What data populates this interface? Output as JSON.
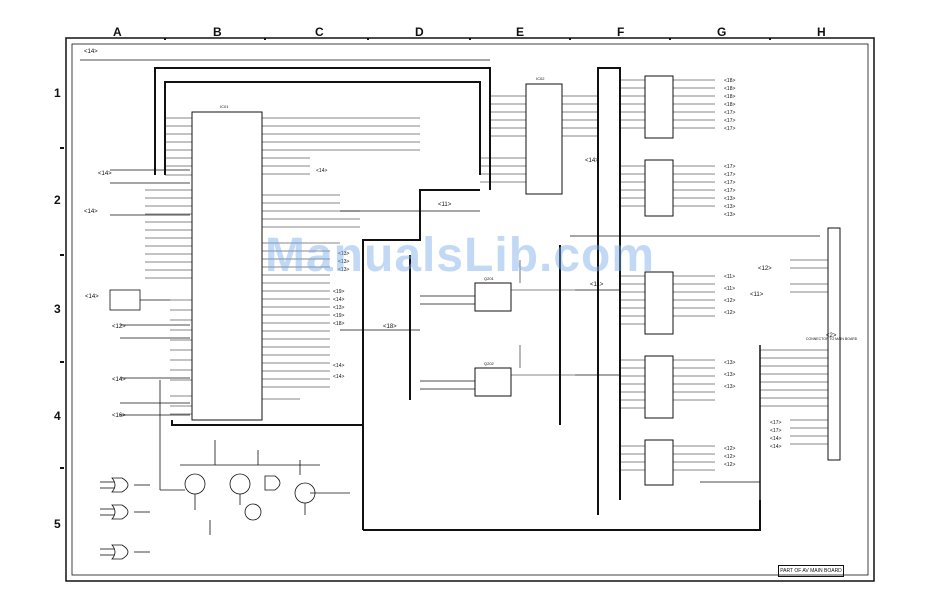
{
  "sheet": {
    "columns": [
      "A",
      "B",
      "C",
      "D",
      "E",
      "F",
      "G",
      "H"
    ],
    "rows": [
      "1",
      "2",
      "3",
      "4",
      "5"
    ],
    "watermark": "ManualsLib.com",
    "title_block": "PART OF AV MAIN BOARD"
  },
  "offpage": {
    "p14a": "<14>",
    "p14b": "<14>",
    "p14c": "<14>",
    "p14d": "<14>",
    "p12a": "<12>",
    "p14e": "<14>",
    "p16a": "<16>",
    "p11a": "<11>",
    "p18a": "<18>",
    "p14f": "<14>",
    "p11b": "<11>",
    "p11c": "<11>",
    "p12b": "<12>",
    "p2a": "<2>"
  },
  "components": {
    "mcu": "IC01",
    "buffer_ic": "IC02",
    "amp1": "Q201",
    "amp2": "Q202",
    "connector": "CONNECTOR TO MAIN BOARD"
  },
  "buses": {
    "right_labels": [
      "<18>",
      "<18>",
      "<18>",
      "<18>",
      "<17>",
      "<17>",
      "<17>",
      "<17>",
      "<17>",
      "<17>",
      "<17>",
      "<13>",
      "<13>",
      "<13>",
      "<11>",
      "<11>",
      "<12>",
      "<12>",
      "<13>",
      "<13>",
      "<13>",
      "<12>",
      "<12>",
      "<12>",
      "<17>",
      "<17>",
      "<14>",
      "<14>"
    ],
    "mcu_side_labels": [
      "<14>",
      "<13>",
      "<13>",
      "<13>",
      "<19>",
      "<14>",
      "<13>",
      "<19>",
      "<18>",
      "<14>",
      "<14>"
    ]
  }
}
